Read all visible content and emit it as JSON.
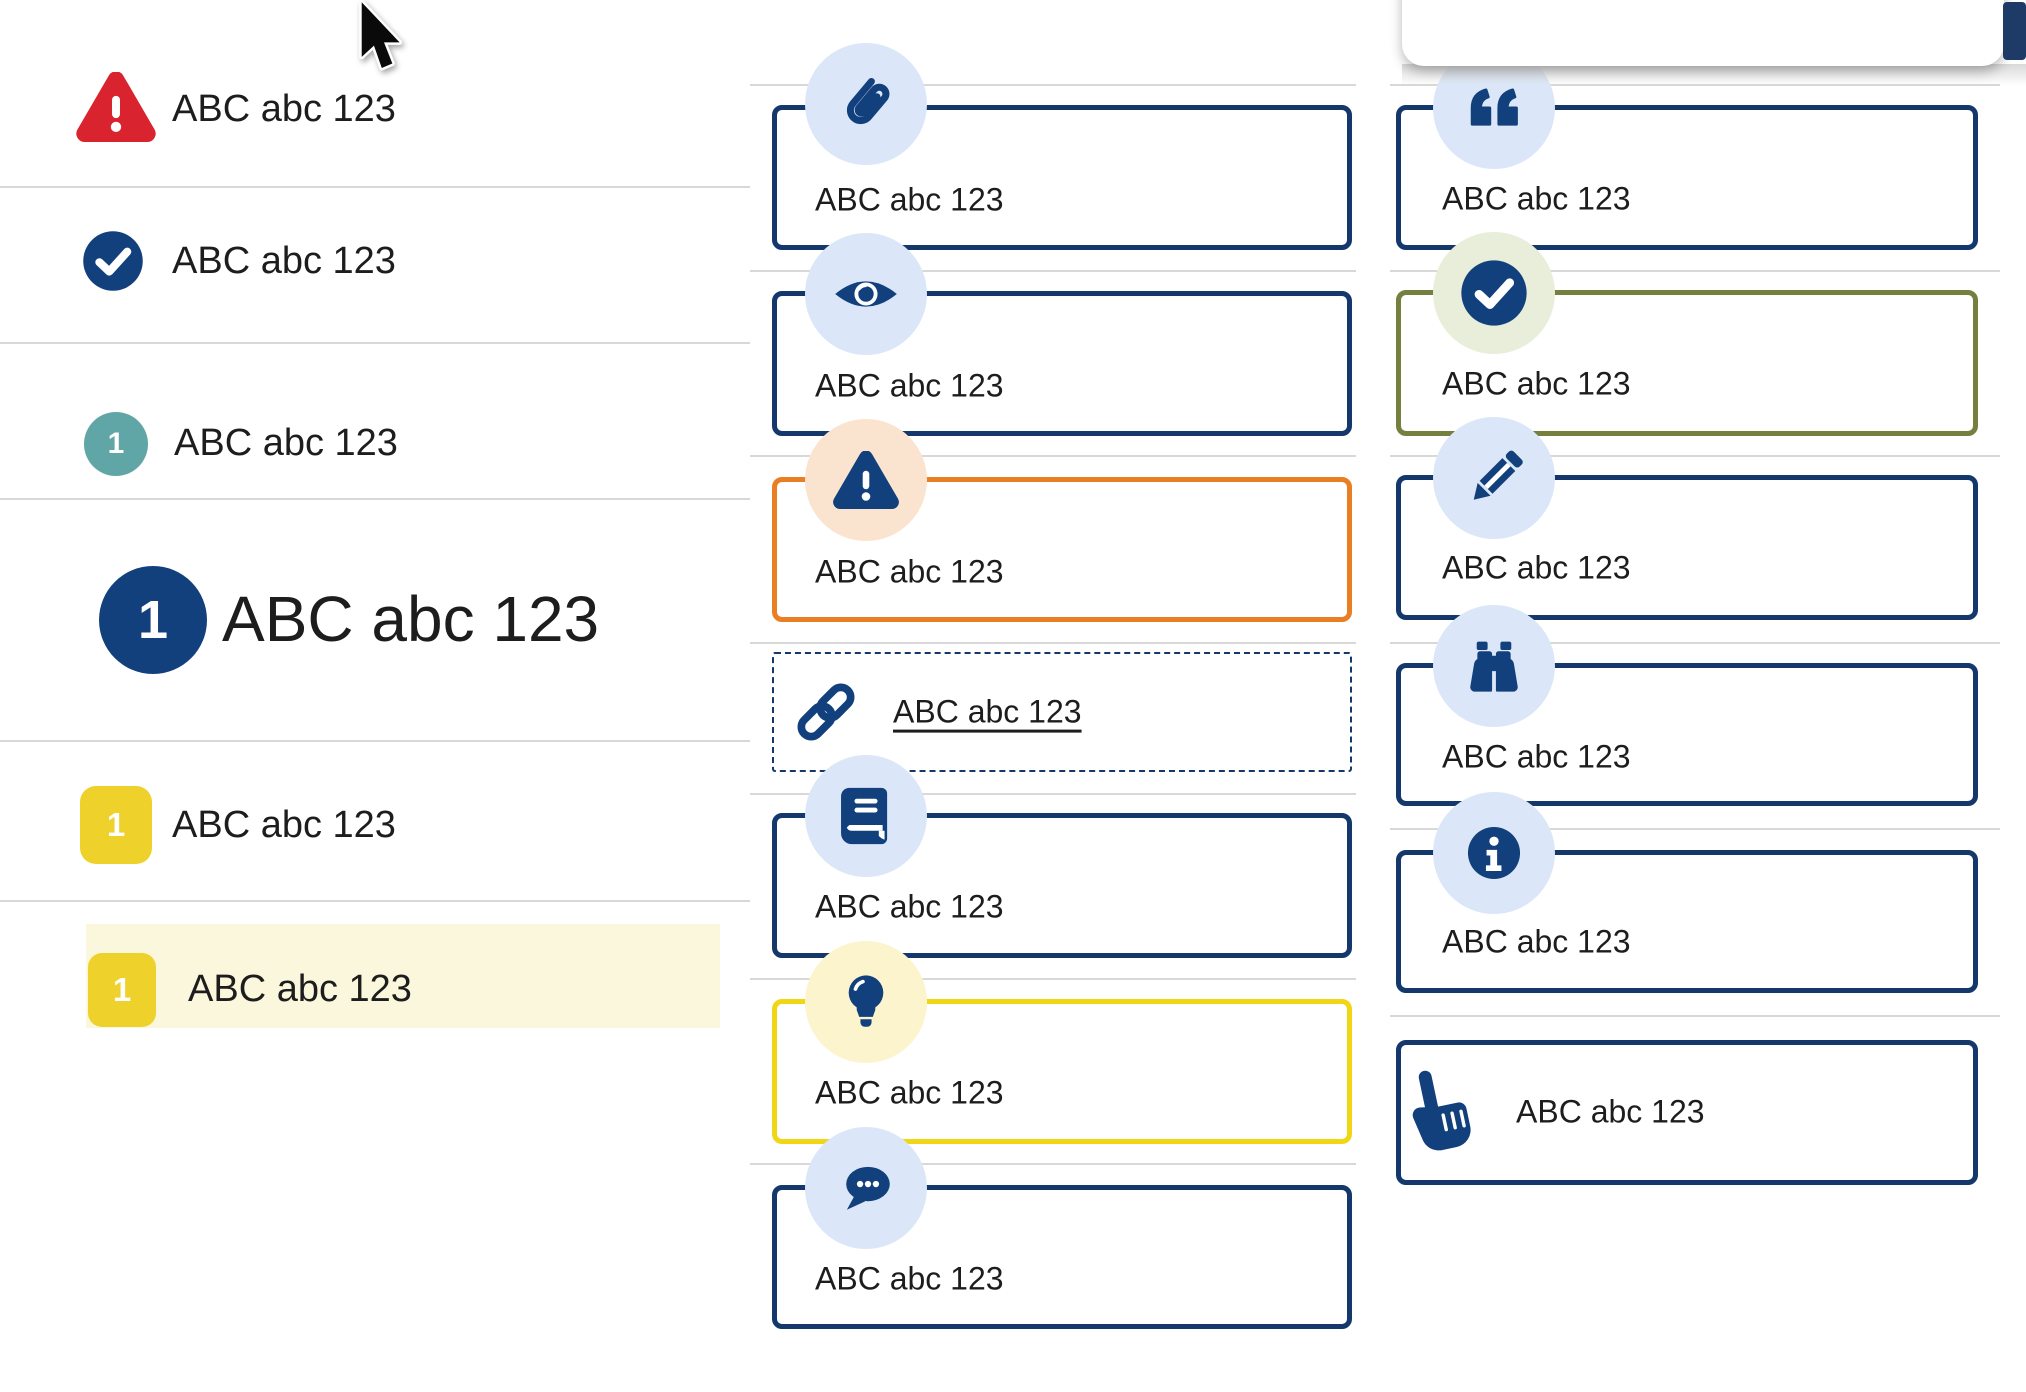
{
  "colors": {
    "navy_border": "#14386c",
    "navy_icon": "#12407d",
    "light_blue": "#dbe7f8",
    "peach": "#fbe4cf",
    "orange": "#e97e23",
    "pale_green": "#e9eedb",
    "olive": "#75803f",
    "pale_yellow": "#fcf4cd",
    "yellow_border": "#f1d615",
    "yellow_square": "#eed22b",
    "highlight_bg": "#fbf7dc",
    "teal": "#61a6a6",
    "red": "#d9232e",
    "divider": "#d8d8d8",
    "text": "#1d1d1d",
    "scrollbar_thumb": "#1d3b66"
  },
  "left_list": {
    "items": [
      {
        "icon": "alert-triangle-icon",
        "label": "ABC abc 123"
      },
      {
        "icon": "check-circle-icon",
        "label": "ABC abc 123"
      },
      {
        "icon": "numbered-badge-teal",
        "badge": "1",
        "label": "ABC abc 123"
      },
      {
        "icon": "numbered-badge-navy-large",
        "badge": "1",
        "label": "ABC abc 123"
      },
      {
        "icon": "numbered-badge-yellow",
        "badge": "1",
        "label": "ABC abc 123"
      },
      {
        "icon": "numbered-badge-yellow",
        "badge": "1",
        "label": "ABC abc 123",
        "highlighted": true
      }
    ]
  },
  "middle_callouts": {
    "items": [
      {
        "icon": "paperclip-icon",
        "label": "ABC abc 123",
        "style": "navy"
      },
      {
        "icon": "eye-icon",
        "label": "ABC abc 123",
        "style": "navy"
      },
      {
        "icon": "alert-triangle-icon",
        "label": "ABC abc 123",
        "style": "orange"
      },
      {
        "icon": "link-icon",
        "label": "ABC abc 123",
        "style": "dashed",
        "underlined": true
      },
      {
        "icon": "book-icon",
        "label": "ABC abc 123",
        "style": "navy"
      },
      {
        "icon": "lightbulb-icon",
        "label": "ABC abc 123",
        "style": "yellow"
      },
      {
        "icon": "chat-icon",
        "label": "ABC abc 123",
        "style": "navy"
      }
    ]
  },
  "right_callouts": {
    "items": [
      {
        "icon": "quote-icon",
        "label": "ABC abc 123",
        "style": "navy"
      },
      {
        "icon": "check-circle-icon",
        "label": "ABC abc 123",
        "style": "olive"
      },
      {
        "icon": "pencil-icon",
        "label": "ABC abc 123",
        "style": "navy"
      },
      {
        "icon": "binoculars-icon",
        "label": "ABC abc 123",
        "style": "navy"
      },
      {
        "icon": "info-icon",
        "label": "ABC abc 123",
        "style": "navy"
      },
      {
        "icon": "hand-point-up-icon",
        "label": "ABC abc 123",
        "style": "navy-inline"
      }
    ]
  }
}
